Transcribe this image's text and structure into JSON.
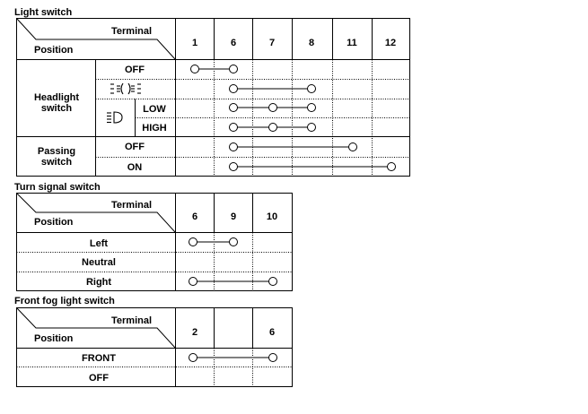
{
  "light_switch": {
    "title": "Light switch",
    "terminal_label": "Terminal",
    "position_label": "Position",
    "terminals": [
      "1",
      "6",
      "7",
      "8",
      "11",
      "12"
    ],
    "rows": [
      {
        "group": "Headlight\nswitch",
        "sub": "",
        "position": "OFF",
        "connect": [
          "1",
          "6"
        ]
      },
      {
        "group": "Headlight\nswitch",
        "sub": "parking-light-icon",
        "position": "",
        "connect": [
          "6",
          "8"
        ]
      },
      {
        "group": "Headlight\nswitch",
        "sub": "headlight-icon",
        "position": "LOW",
        "connect": [
          "6",
          "7",
          "8"
        ]
      },
      {
        "group": "Headlight\nswitch",
        "sub": "headlight-icon",
        "position": "HIGH",
        "connect": [
          "6",
          "7",
          "8"
        ]
      },
      {
        "group": "Passing\nswitch",
        "sub": "",
        "position": "OFF",
        "connect": [
          "6",
          "11"
        ]
      },
      {
        "group": "Passing\nswitch",
        "sub": "",
        "position": "ON",
        "connect": [
          "6",
          "12"
        ]
      }
    ]
  },
  "turn_signal_switch": {
    "title": "Turn signal switch",
    "terminal_label": "Terminal",
    "position_label": "Position",
    "terminals": [
      "6",
      "9",
      "10"
    ],
    "rows": [
      {
        "position": "Left",
        "connect": [
          "6",
          "9"
        ]
      },
      {
        "position": "Neutral",
        "connect": []
      },
      {
        "position": "Right",
        "connect": [
          "6",
          "10"
        ]
      }
    ]
  },
  "front_fog_light_switch": {
    "title": "Front fog light switch",
    "terminal_label": "Terminal",
    "position_label": "Position",
    "terminals": [
      "2",
      "",
      "6"
    ],
    "rows": [
      {
        "position": "FRONT",
        "connect": [
          "2",
          "6"
        ]
      },
      {
        "position": "OFF",
        "connect": []
      }
    ]
  }
}
